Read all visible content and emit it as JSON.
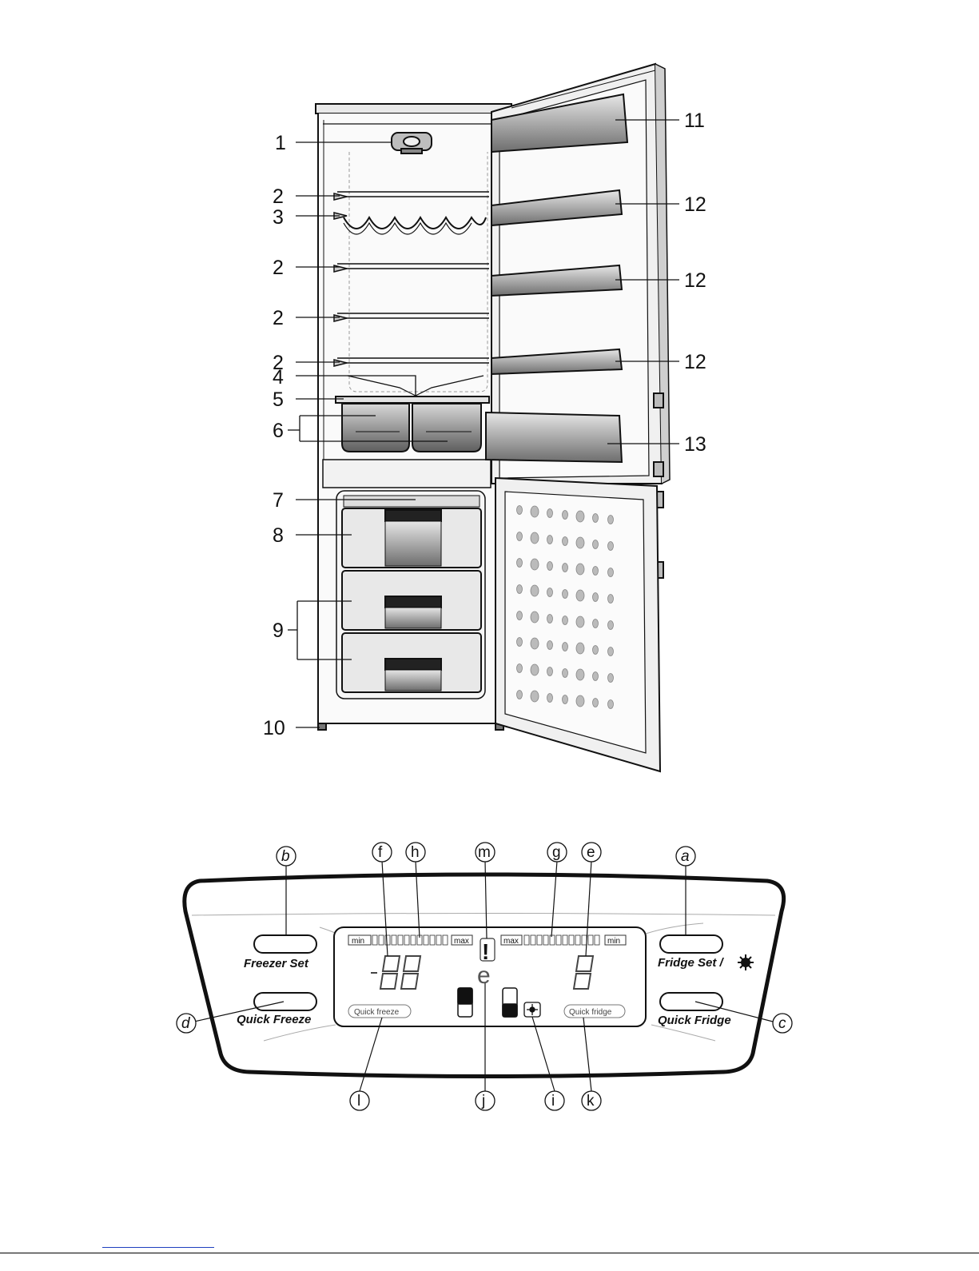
{
  "fridge_callouts_left": [
    "1",
    "2",
    "3",
    "2",
    "2",
    "2",
    "4",
    "5",
    "6",
    "7",
    "8",
    "9",
    "10"
  ],
  "fridge_callouts_right": [
    "11",
    "12",
    "12",
    "12",
    "13"
  ],
  "panel_callouts": {
    "a": "a",
    "b": "b",
    "c": "c",
    "d": "d",
    "e": "e",
    "f": "f",
    "g": "g",
    "h": "h",
    "i": "i",
    "j": "j",
    "k": "k",
    "l": "l",
    "m": "m"
  },
  "buttons": {
    "freezer_set": "Freezer Set",
    "quick_freeze": "Quick Freeze",
    "fridge_set": "Fridge Set /",
    "quick_fridge": "Quick Fridge"
  },
  "display": {
    "left_min": "min",
    "left_max": "max",
    "right_max": "max",
    "right_min": "min",
    "quick_freeze": "Quick freeze",
    "quick_fridge": "Quick fridge",
    "alarm_symbol": "!",
    "eco_symbol": "e"
  }
}
